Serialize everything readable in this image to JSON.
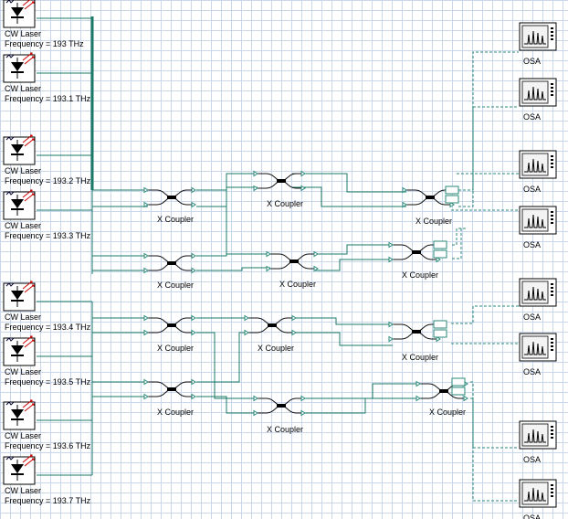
{
  "lasers": [
    {
      "label": "CW Laser",
      "freq": "Frequency = 193  THz"
    },
    {
      "label": "CW Laser",
      "freq": "Frequency = 193.1  THz"
    },
    {
      "label": "CW Laser",
      "freq": "Frequency = 193.2  THz"
    },
    {
      "label": "CW Laser",
      "freq": "Frequency = 193.3  THz"
    },
    {
      "label": "CW Laser",
      "freq": "Frequency = 193.4  THz"
    },
    {
      "label": "CW Laser",
      "freq": "Frequency = 193.5  THz"
    },
    {
      "label": "CW Laser",
      "freq": "Frequency = 193.6  THz"
    },
    {
      "label": "CW Laser",
      "freq": "Frequency = 193.7  THz"
    }
  ],
  "couplers": [
    {
      "label": "X Coupler"
    },
    {
      "label": "X Coupler"
    },
    {
      "label": "X Coupler"
    },
    {
      "label": "X Coupler"
    },
    {
      "label": "X Coupler"
    },
    {
      "label": "X Coupler"
    },
    {
      "label": "X Coupler"
    },
    {
      "label": "X Coupler"
    },
    {
      "label": "X Coupler"
    },
    {
      "label": "X Coupler"
    },
    {
      "label": "X Coupler"
    },
    {
      "label": "X Coupler"
    }
  ],
  "osas": [
    {
      "label": "OSA"
    },
    {
      "label": "OSA"
    },
    {
      "label": "OSA"
    },
    {
      "label": "OSA"
    },
    {
      "label": "OSA"
    },
    {
      "label": "OSA"
    },
    {
      "label": "OSA"
    },
    {
      "label": "OSA"
    }
  ],
  "colors": {
    "grid": "#c9d7ec",
    "wire": "#1a7a66",
    "bus": "#0e6b4f",
    "dash": "#2a8a7a",
    "port": "#2a8a7a"
  }
}
